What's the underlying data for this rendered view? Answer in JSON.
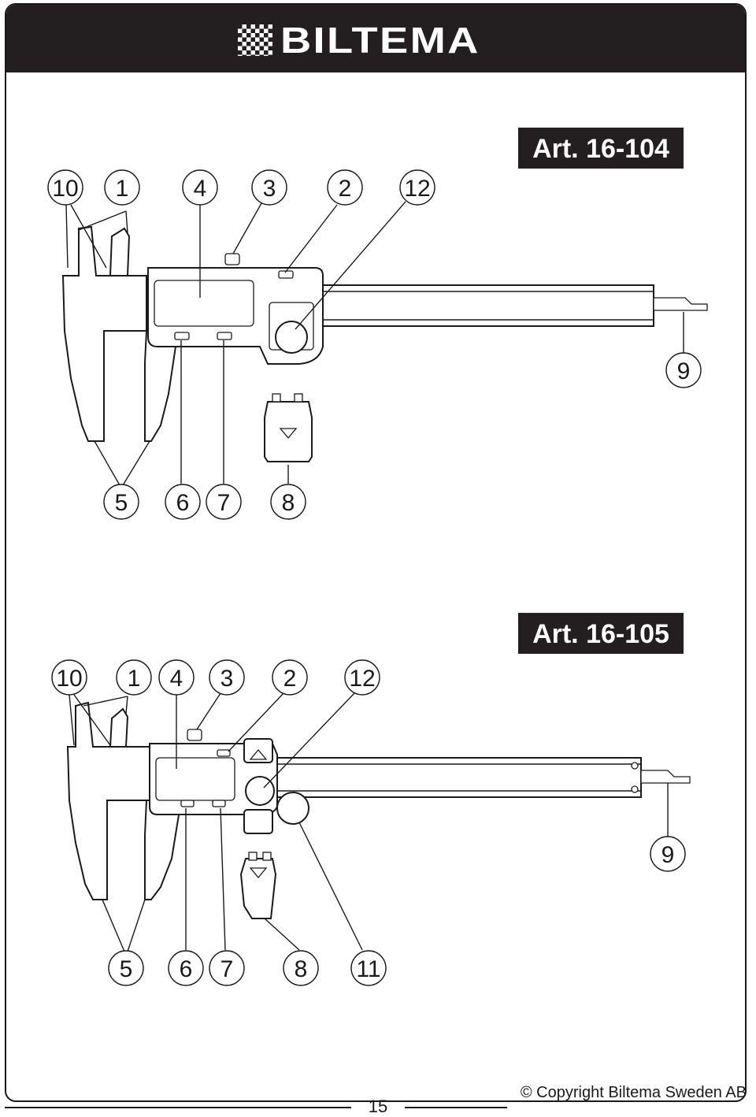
{
  "header": {
    "brand": "BILTEMA"
  },
  "figure1": {
    "article": "Art. 16-104",
    "callouts": {
      "c10": "10",
      "c1": "1",
      "c4": "4",
      "c3": "3",
      "c2": "2",
      "c12": "12",
      "c9": "9",
      "c5": "5",
      "c6": "6",
      "c7": "7",
      "c8": "8"
    }
  },
  "figure2": {
    "article": "Art. 16-105",
    "callouts": {
      "c10": "10",
      "c1": "1",
      "c4": "4",
      "c3": "3",
      "c2": "2",
      "c12": "12",
      "c9": "9",
      "c5": "5",
      "c6": "6",
      "c7": "7",
      "c8": "8",
      "c11": "11"
    }
  },
  "footer": {
    "page_number": "15",
    "copyright": "© Copyright Biltema Sweden AB"
  },
  "colors": {
    "header_bg": "#231f20",
    "text": "#1a1a1a",
    "background": "#ffffff"
  }
}
